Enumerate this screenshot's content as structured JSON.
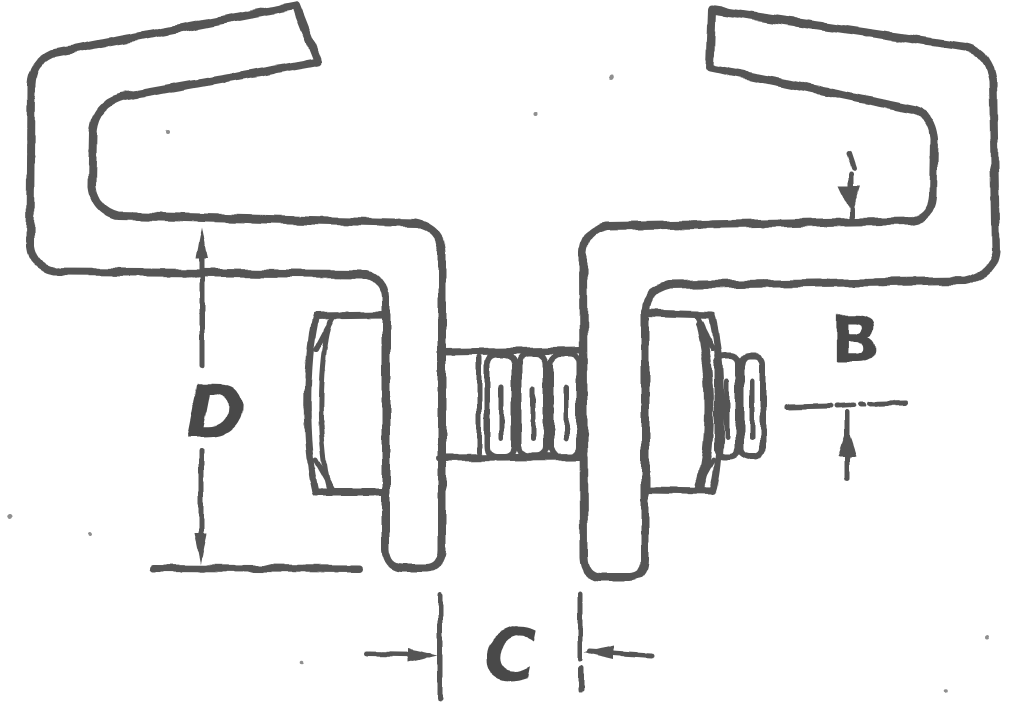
{
  "diagram": {
    "kind": "scanned technical drawing, beam clamp cross-section with dimension callouts",
    "labels": {
      "d": "D",
      "c": "C",
      "b": "B"
    },
    "colors": {
      "ink": "#555555",
      "ink_light": "#8f8f8f",
      "paper": "#ffffff"
    }
  }
}
